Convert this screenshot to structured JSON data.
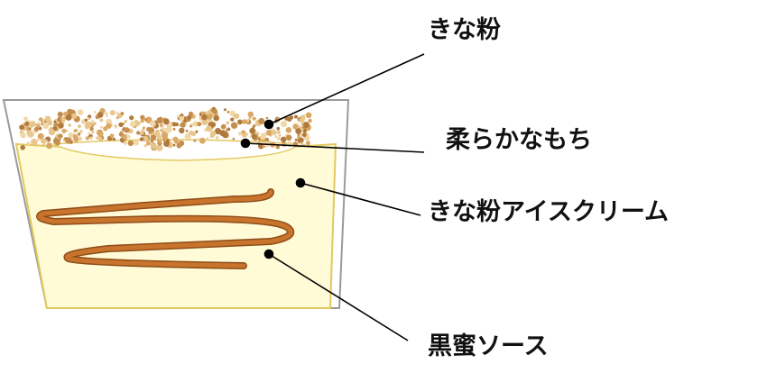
{
  "labels": {
    "kinako": "きな粉",
    "mochi": "柔らかなもち",
    "ice_cream": "きな粉アイスクリーム",
    "kuromitsu": "黒蜜ソース"
  },
  "colors": {
    "cup_outline": "#9a9a9a",
    "ice_cream_fill": "#fffbd6",
    "ice_cream_edge": "#e3c860",
    "syrup": "#c8742c",
    "syrup_dark": "#8e4e1a",
    "kinako_light": "#e8c68e",
    "kinako_dark": "#b07a3c",
    "mochi": "#ffffff",
    "leader_line": "#000000"
  }
}
